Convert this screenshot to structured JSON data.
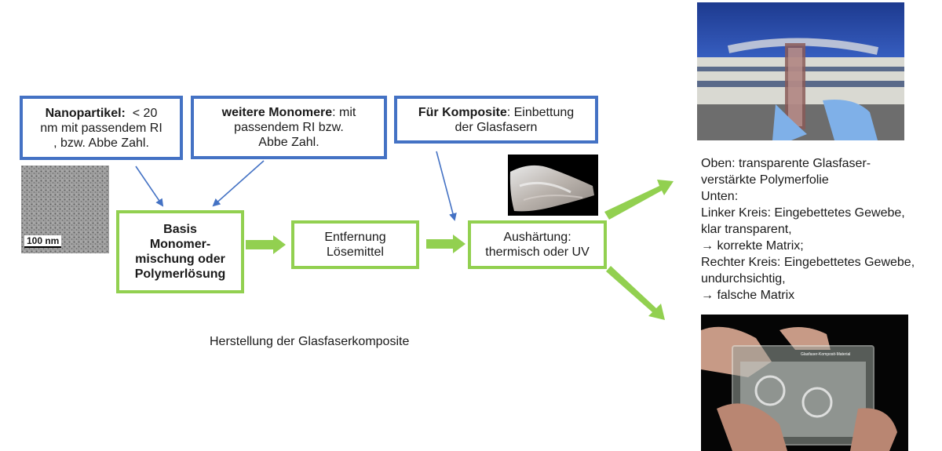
{
  "boxes": {
    "nanopartikel": {
      "bold": "Nanopartikel:",
      "text1": "  < 20",
      "line2": "nm mit passendem RI",
      "line3": ", bzw. Abbe Zahl."
    },
    "monomere": {
      "bold": "weitere Monomere",
      "text1": ": mit",
      "line2": "passendem RI bzw.",
      "line3": "Abbe Zahl."
    },
    "komposite": {
      "bold": "Für Komposite",
      "text1": ": Einbettung",
      "line2": "der Glasfasern"
    },
    "basis": {
      "line1": "Basis",
      "line2": "Monomer-",
      "line3": "mischung oder",
      "line4": "Polymerlösung"
    },
    "entfernung": {
      "line1": "Entfernung",
      "line2": "Lösemittel"
    },
    "aushaertung": {
      "line1": "Aushärtung:",
      "line2": "thermisch oder UV"
    }
  },
  "tem_scale_label": "100 nm",
  "caption": "Herstellung der Glasfaserkomposite",
  "side_text": [
    "Oben: transparente Glasfaser-",
    "verstärkte Polymerfolie",
    "Unten:",
    "Linker Kreis: Eingebettetes Gewebe,",
    "klar transparent,",
    "→ korrekte Matrix;",
    "Rechter Kreis: Eingebettetes Gewebe,",
    "undurchsichtig,",
    "→ falsche Matrix"
  ],
  "bottom_photo_label": "Glasfaser-Komposit-Material",
  "colors": {
    "blue": "#4472c4",
    "green": "#92d050"
  }
}
